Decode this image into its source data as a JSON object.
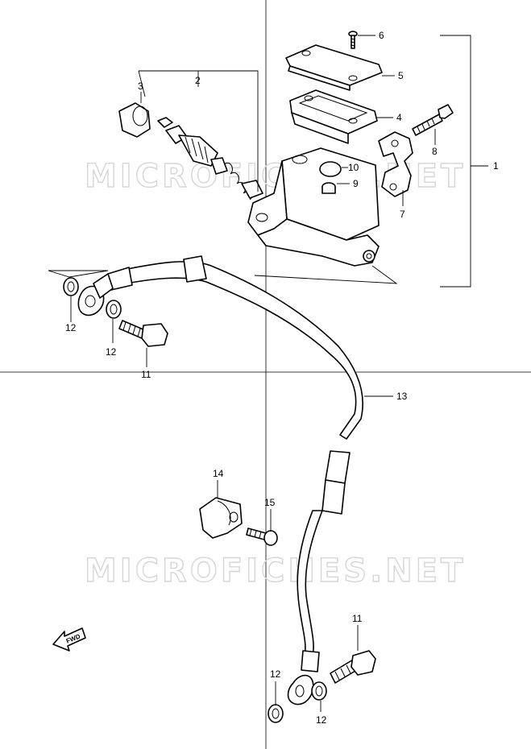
{
  "watermark_text": "MICROFICHES.NET",
  "fwd_label": "FWD",
  "callouts": {
    "c1": "1",
    "c2": "2",
    "c3": "3",
    "c4": "4",
    "c5": "5",
    "c6": "6",
    "c7": "7",
    "c8": "8",
    "c9": "9",
    "c10": "10",
    "c11a": "11",
    "c11b": "11",
    "c12a": "12",
    "c12b": "12",
    "c12c": "12",
    "c12d": "12",
    "c13": "13",
    "c14": "14",
    "c15": "15"
  },
  "colors": {
    "line": "#000000",
    "watermark": "#d6d6d6",
    "background": "#ffffff"
  }
}
